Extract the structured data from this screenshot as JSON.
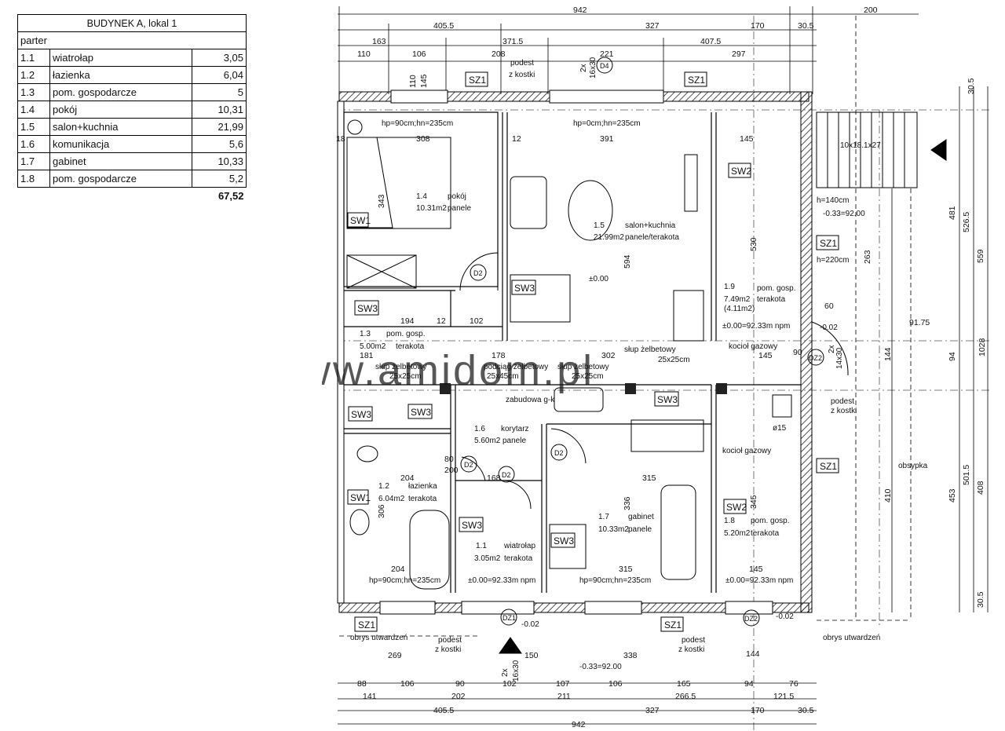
{
  "table": {
    "title": "BUDYNEK A, lokal 1",
    "floor": "parter",
    "rows": [
      {
        "no": "1.1",
        "name": "wiatrołap",
        "area": "3,05"
      },
      {
        "no": "1.2",
        "name": "łazienka",
        "area": "6,04"
      },
      {
        "no": "1.3",
        "name": "pom. gospodarcze",
        "area": "5"
      },
      {
        "no": "1.4",
        "name": "pokój",
        "area": "10,31"
      },
      {
        "no": "1.5",
        "name": "salon+kuchnia",
        "area": "21,99"
      },
      {
        "no": "1.6",
        "name": "komunikacja",
        "area": "5,6"
      },
      {
        "no": "1.7",
        "name": "gabinet",
        "area": "10,33"
      },
      {
        "no": "1.8",
        "name": "pom. gospodarcze",
        "area": "5,2"
      }
    ],
    "total": "67,52"
  },
  "plan": {
    "dims_top": {
      "row1": [
        "942",
        "200",
        "405.5",
        "327",
        "170",
        "30.5"
      ],
      "row2": [
        "163",
        "371.5",
        "407.5"
      ],
      "row3": [
        "110",
        "106",
        "208",
        "221",
        "297"
      ]
    },
    "dims_bottom": {
      "row1": [
        "88",
        "106",
        "90",
        "102",
        "107",
        "106",
        "165",
        "94",
        "76"
      ],
      "row2": [
        "141",
        "202",
        "211",
        "266.5",
        "121.5"
      ],
      "row3": [
        "405.5",
        "327",
        "170",
        "30.5"
      ],
      "row4": [
        "942"
      ]
    },
    "dims_right": [
      "30.5",
      "481",
      "526.5",
      "559",
      "91.75",
      "144",
      "94",
      "1028",
      "410",
      "453",
      "501.5",
      "408",
      "30.5"
    ],
    "dims_inner": [
      "308",
      "391",
      "145",
      "530",
      "594",
      "194",
      "12",
      "102",
      "181",
      "302",
      "145",
      "204",
      "315",
      "168",
      "204",
      "315",
      "145",
      "343",
      "306",
      "336",
      "345",
      "263",
      "60",
      "80",
      "200",
      "90",
      "144",
      "150",
      "269",
      "338",
      "110",
      "145",
      "12",
      "178",
      "18"
    ],
    "rooms": [
      {
        "code": "1.4",
        "name": "pokój",
        "area": "10.31m2",
        "finish": "panele"
      },
      {
        "code": "1.5",
        "name": "salon+kuchnia",
        "area": "21.99m2",
        "finish": "panele/terakota"
      },
      {
        "code": "1.9",
        "name": "pom. gosp.",
        "area": "7.49m2",
        "finish": "terakota",
        "extra": "(4.11m2)"
      },
      {
        "code": "1.3",
        "name": "pom. gosp.",
        "area": "5.00m2",
        "finish": "terakota"
      },
      {
        "code": "1.6",
        "name": "korytarz",
        "area": "5.60m2",
        "finish": "panele"
      },
      {
        "code": "1.2",
        "name": "łazienka",
        "area": "6.04m2",
        "finish": "terakota"
      },
      {
        "code": "1.1",
        "name": "wiatrołap",
        "area": "3.05m2",
        "finish": "terakota"
      },
      {
        "code": "1.7",
        "name": "gabinet",
        "area": "10.33m2",
        "finish": "panele"
      },
      {
        "code": "1.8",
        "name": "pom. gosp.",
        "area": "5.20m2",
        "finish": "terakota"
      }
    ],
    "symbols": [
      "SZ1",
      "SW1",
      "SW2",
      "SW3",
      "D2",
      "D4",
      "DZ1",
      "DZ2"
    ],
    "notes": {
      "hp_top_left": "hp=90cm;hn=235cm",
      "hp_top_mid": "hp=0cm;hn=235cm",
      "hp_bot_left": "hp=90cm;hn=235cm",
      "hp_bot_mid": "hp=90cm;hn=235cm",
      "level_000": "±0.00",
      "level_npm": "±0.00=92.33m npm",
      "level_033": "-0.33=92.00",
      "level_002": "-0.02",
      "h140": "h=140cm",
      "h220": "h=220cm",
      "stairs": "10x18.1x27",
      "podest": "podest",
      "z_kostki": "z kostki",
      "stair_2x": "2x",
      "stair_16": "16x30",
      "stair_14": "14x30",
      "col1": "słup żelbetowy",
      "col1_size": "25x25cm",
      "col2": "podciąg żelbetowy",
      "col2_size": "25x45cm",
      "col3_size": "25x25cm",
      "kociol": "kocioł gazowy",
      "zabudowa": "zabudowa g-k",
      "obsypka": "obsypka",
      "obrys": "obrys utwardzeń",
      "fi15": "ø15",
      "watermark": "www.amidom.pl"
    }
  }
}
